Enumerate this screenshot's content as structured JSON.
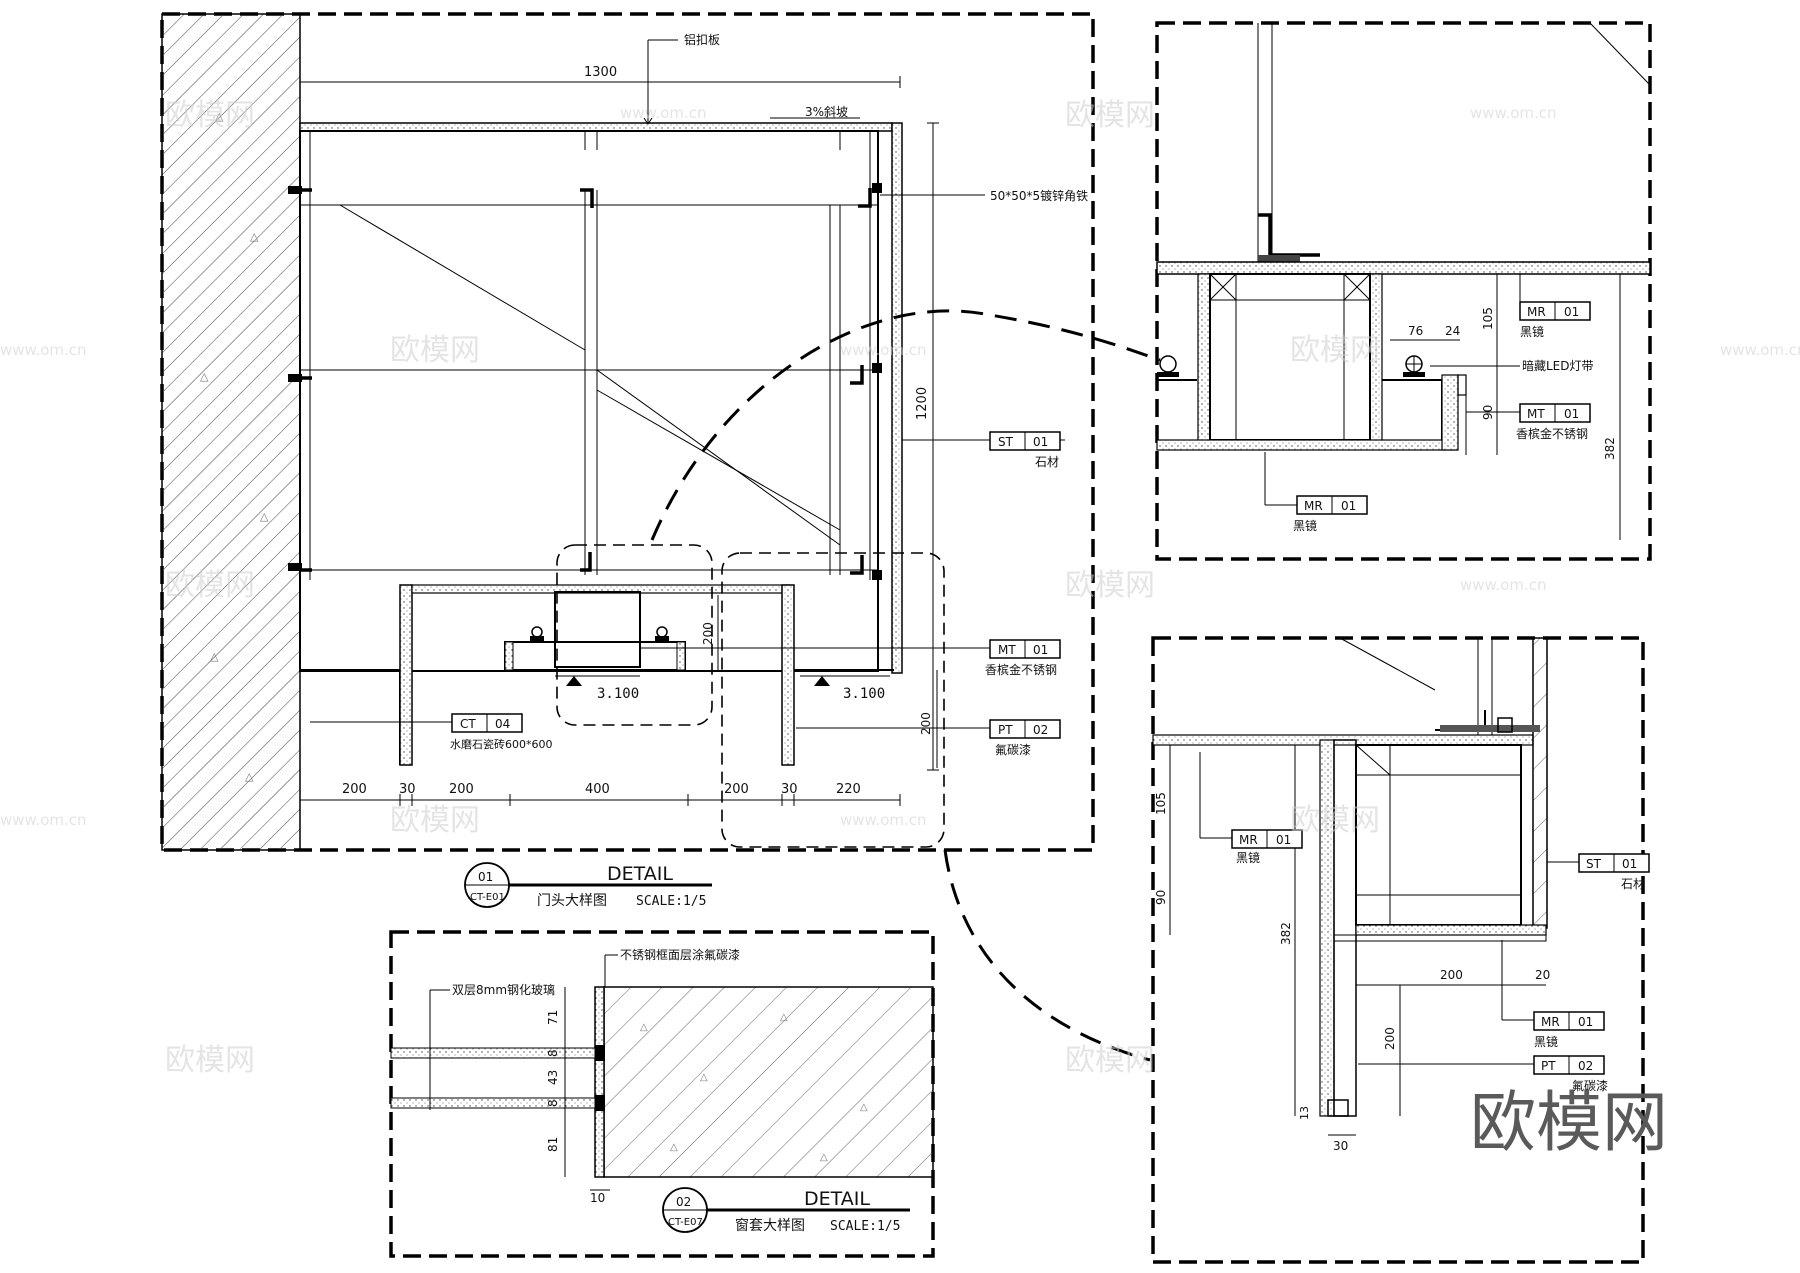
{
  "detail_01": {
    "circle_num": "01",
    "circle_ref": "CT-E01",
    "heading": "DETAIL",
    "caption": "门头大样图",
    "scale": "SCALE:1/5",
    "labels": {
      "top_panel": "铝扣板",
      "slope": "3%斜坡",
      "angle_iron": "50*50*5镀锌角铁"
    },
    "dims": {
      "width_1300": "1300",
      "height_1200": "1200",
      "h_200": "200",
      "h_200b": "200",
      "b_200a": "200",
      "b_30a": "30",
      "b_200b": "200",
      "b_400": "400",
      "b_200c": "200",
      "b_30b": "30",
      "b_220": "220",
      "level_a": "3.100",
      "level_b": "3.100"
    },
    "tags": {
      "st": {
        "code": "ST",
        "num": "01",
        "desc": "石材"
      },
      "mt": {
        "code": "MT",
        "num": "01",
        "desc": "香槟金不锈钢"
      },
      "ct": {
        "code": "CT",
        "num": "04",
        "desc": "水磨石瓷砖600*600"
      },
      "pt": {
        "code": "PT",
        "num": "02",
        "desc": "氟碳漆"
      }
    }
  },
  "detail_a": {
    "dims": {
      "d76": "76",
      "d24": "24",
      "d105": "105",
      "d90": "90",
      "d382": "382"
    },
    "led_label": "暗藏LED灯带",
    "tags": {
      "mr1": {
        "code": "MR",
        "num": "01",
        "desc": "黑镜"
      },
      "mt": {
        "code": "MT",
        "num": "01",
        "desc": "香槟金不锈钢"
      },
      "mr2": {
        "code": "MR",
        "num": "01",
        "desc": "黑镜"
      }
    }
  },
  "detail_b": {
    "dims": {
      "d105": "105",
      "d90": "90",
      "d382": "382",
      "d200": "200",
      "d20": "20",
      "d200v": "200",
      "d13": "13",
      "d30": "30"
    },
    "tags": {
      "mr1": {
        "code": "MR",
        "num": "01",
        "desc": "黑镜"
      },
      "st": {
        "code": "ST",
        "num": "01",
        "desc": "石材"
      },
      "mr2": {
        "code": "MR",
        "num": "01",
        "desc": "黑镜"
      },
      "pt": {
        "code": "PT",
        "num": "02",
        "desc": "氟碳漆"
      }
    }
  },
  "detail_02": {
    "circle_num": "02",
    "circle_ref": "CT-E07",
    "heading": "DETAIL",
    "caption": "窗套大样图",
    "scale": "SCALE:1/5",
    "labels": {
      "frame": "不锈钢框面层涂氟碳漆",
      "glass": "双层8mm钢化玻璃"
    },
    "dims": {
      "d71": "71",
      "d8a": "8",
      "d43": "43",
      "d8b": "8",
      "d81": "81",
      "d10": "10"
    }
  },
  "watermark": {
    "text": "欧模网",
    "url": "www.om.cn"
  }
}
